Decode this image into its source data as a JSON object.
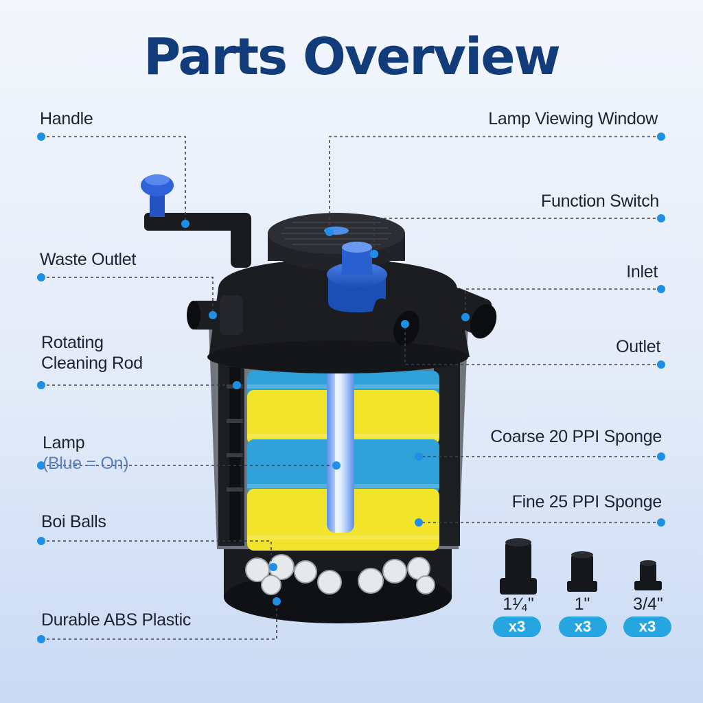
{
  "title": "Parts Overview",
  "labels": {
    "handle": "Handle",
    "waste_outlet": "Waste Outlet",
    "rotating_rod": "Rotating\nCleaning Rod",
    "lamp": "Lamp",
    "lamp_note": "(Blue = On)",
    "bio_balls": "Boi Balls",
    "abs_plastic": "Durable ABS Plastic",
    "lamp_window": "Lamp Viewing Window",
    "function_switch": "Function Switch",
    "inlet": "Inlet",
    "outlet": "Outlet",
    "coarse_sponge": "Coarse 20 PPI Sponge",
    "fine_sponge": "Fine 25 PPI Sponge"
  },
  "fittings": [
    {
      "size": "1¹⁄₄\"",
      "qty": "x3"
    },
    {
      "size": "1\"",
      "qty": "x3"
    },
    {
      "size": "3/4\"",
      "qty": "x3"
    }
  ],
  "colors": {
    "title": "#123b7a",
    "accent": "#25a6e1",
    "dot": "#1f8fe6",
    "blue_sponge": "#2fa0d8",
    "yellow_sponge": "#f2e42a",
    "body": "#1c1d21"
  }
}
